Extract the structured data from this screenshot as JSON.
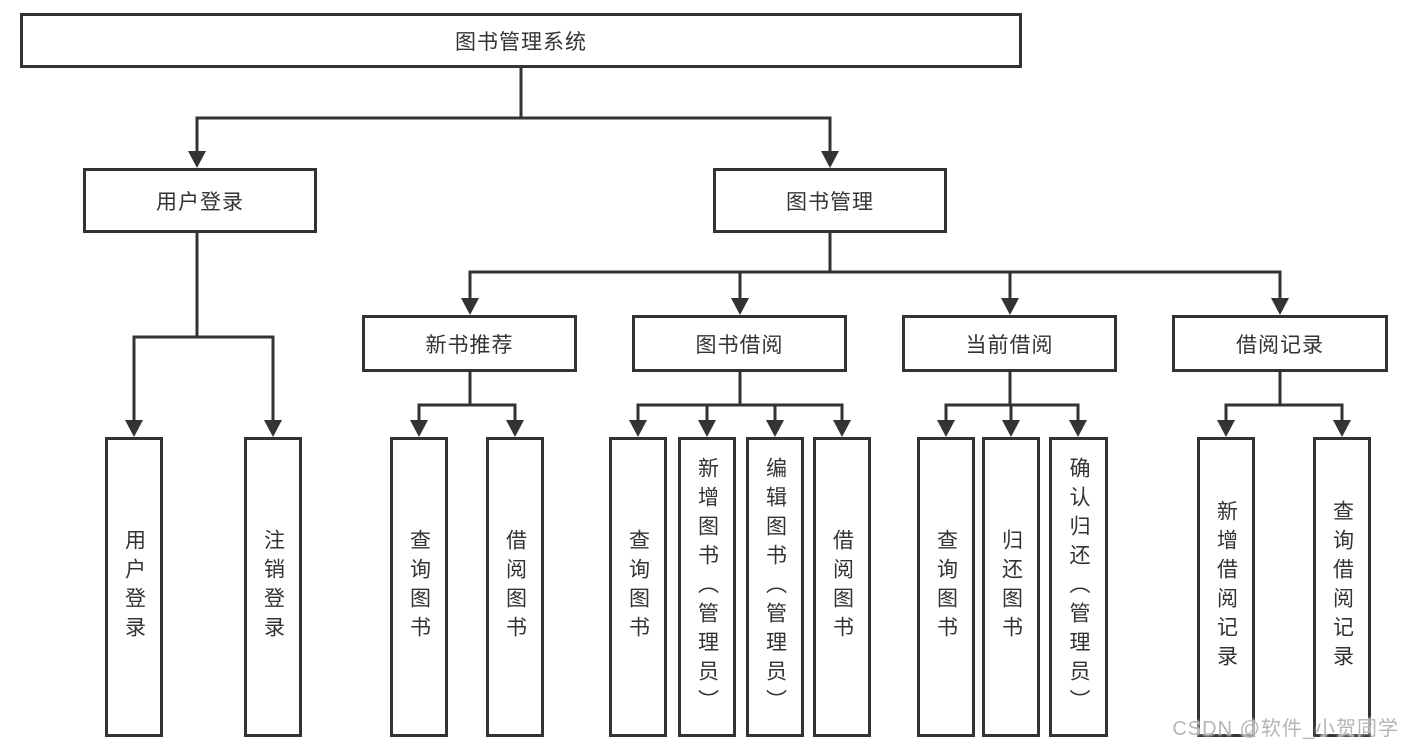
{
  "colors": {
    "line": "#333333",
    "border": "#333333",
    "text": "#333333",
    "watermark": "#b5b5b5",
    "background": "#ffffff"
  },
  "watermark": {
    "text": "CSDN @软件_小贺同学"
  },
  "tree": {
    "label": "图书管理系统",
    "children": [
      {
        "label": "用户登录",
        "children": [
          {
            "label": "用户登录"
          },
          {
            "label": "注销登录"
          }
        ]
      },
      {
        "label": "图书管理",
        "children": [
          {
            "label": "新书推荐",
            "children": [
              {
                "label": "查询图书"
              },
              {
                "label": "借阅图书"
              }
            ]
          },
          {
            "label": "图书借阅",
            "children": [
              {
                "label": "查询图书"
              },
              {
                "label": "新增图书（管理员）"
              },
              {
                "label": "编辑图书（管理员）"
              },
              {
                "label": "借阅图书"
              }
            ]
          },
          {
            "label": "当前借阅",
            "children": [
              {
                "label": "查询图书"
              },
              {
                "label": "归还图书"
              },
              {
                "label": "确认归还（管理员）"
              }
            ]
          },
          {
            "label": "借阅记录",
            "children": [
              {
                "label": "新增借阅记录"
              },
              {
                "label": "查询借阅记录"
              }
            ]
          }
        ]
      }
    ]
  }
}
